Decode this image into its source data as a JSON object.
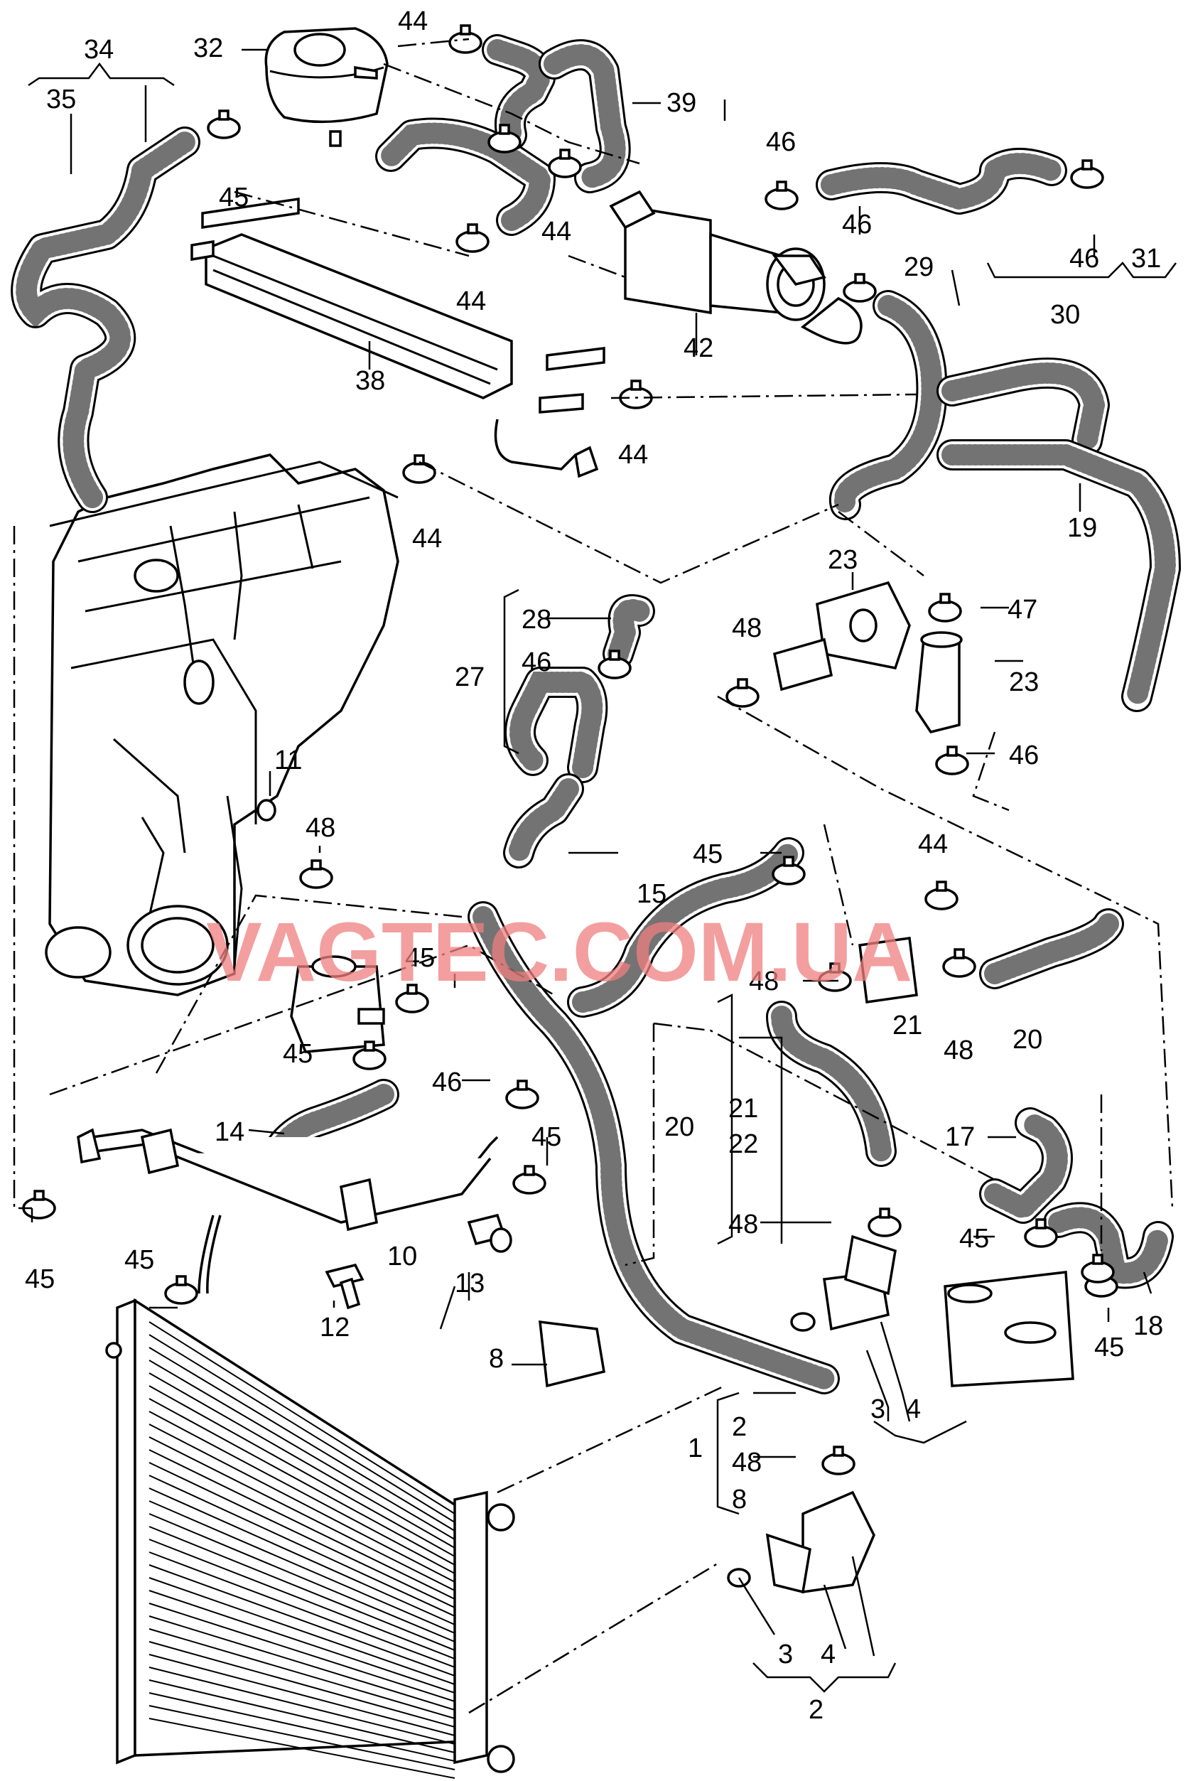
{
  "watermark": "VAGTEC.COM.UA",
  "callouts": [
    {
      "id": "c34",
      "text": "34"
    },
    {
      "id": "c35",
      "text": "35"
    },
    {
      "id": "c32",
      "text": "32"
    },
    {
      "id": "c44a",
      "text": "44"
    },
    {
      "id": "c39",
      "text": "39"
    },
    {
      "id": "c45a",
      "text": "45"
    },
    {
      "id": "c44b",
      "text": "44"
    },
    {
      "id": "c46a",
      "text": "46"
    },
    {
      "id": "c46b",
      "text": "46"
    },
    {
      "id": "c46c",
      "text": "46"
    },
    {
      "id": "c31",
      "text": "31"
    },
    {
      "id": "c30",
      "text": "30"
    },
    {
      "id": "c29",
      "text": "29"
    },
    {
      "id": "c44c",
      "text": "44"
    },
    {
      "id": "c42",
      "text": "42"
    },
    {
      "id": "c38",
      "text": "38"
    },
    {
      "id": "c44d",
      "text": "44"
    },
    {
      "id": "c44e",
      "text": "44"
    },
    {
      "id": "c19",
      "text": "19"
    },
    {
      "id": "c23a",
      "text": "23"
    },
    {
      "id": "c47",
      "text": "47"
    },
    {
      "id": "c28",
      "text": "28"
    },
    {
      "id": "c48a",
      "text": "48"
    },
    {
      "id": "c46d",
      "text": "46"
    },
    {
      "id": "c27",
      "text": "27"
    },
    {
      "id": "c23b",
      "text": "23"
    },
    {
      "id": "c46e",
      "text": "46"
    },
    {
      "id": "c11",
      "text": "11"
    },
    {
      "id": "c48b",
      "text": "48"
    },
    {
      "id": "c45b",
      "text": "45"
    },
    {
      "id": "c15",
      "text": "15"
    },
    {
      "id": "c44f",
      "text": "44"
    },
    {
      "id": "c45c",
      "text": "45"
    },
    {
      "id": "c48c",
      "text": "48"
    },
    {
      "id": "c21a",
      "text": "21"
    },
    {
      "id": "c48d",
      "text": "48"
    },
    {
      "id": "c20a",
      "text": "20"
    },
    {
      "id": "c45d",
      "text": "45"
    },
    {
      "id": "c46f",
      "text": "46"
    },
    {
      "id": "c21b",
      "text": "21"
    },
    {
      "id": "c20b",
      "text": "20"
    },
    {
      "id": "c22",
      "text": "22"
    },
    {
      "id": "c17",
      "text": "17"
    },
    {
      "id": "c14",
      "text": "14"
    },
    {
      "id": "c45e",
      "text": "45"
    },
    {
      "id": "c48e",
      "text": "48"
    },
    {
      "id": "c45f",
      "text": "45"
    },
    {
      "id": "c10",
      "text": "10"
    },
    {
      "id": "c13",
      "text": "13"
    },
    {
      "id": "c45g",
      "text": "45"
    },
    {
      "id": "c45h",
      "text": "45"
    },
    {
      "id": "c18",
      "text": "18"
    },
    {
      "id": "c45i",
      "text": "45"
    },
    {
      "id": "c12",
      "text": "12"
    },
    {
      "id": "c8a",
      "text": "8"
    },
    {
      "id": "c3a",
      "text": "3"
    },
    {
      "id": "c4a",
      "text": "4"
    },
    {
      "id": "c2a",
      "text": "2"
    },
    {
      "id": "c1",
      "text": "1"
    },
    {
      "id": "c48f",
      "text": "48"
    },
    {
      "id": "c8b",
      "text": "8"
    },
    {
      "id": "c3b",
      "text": "3"
    },
    {
      "id": "c4b",
      "text": "4"
    },
    {
      "id": "c2b",
      "text": "2"
    }
  ]
}
